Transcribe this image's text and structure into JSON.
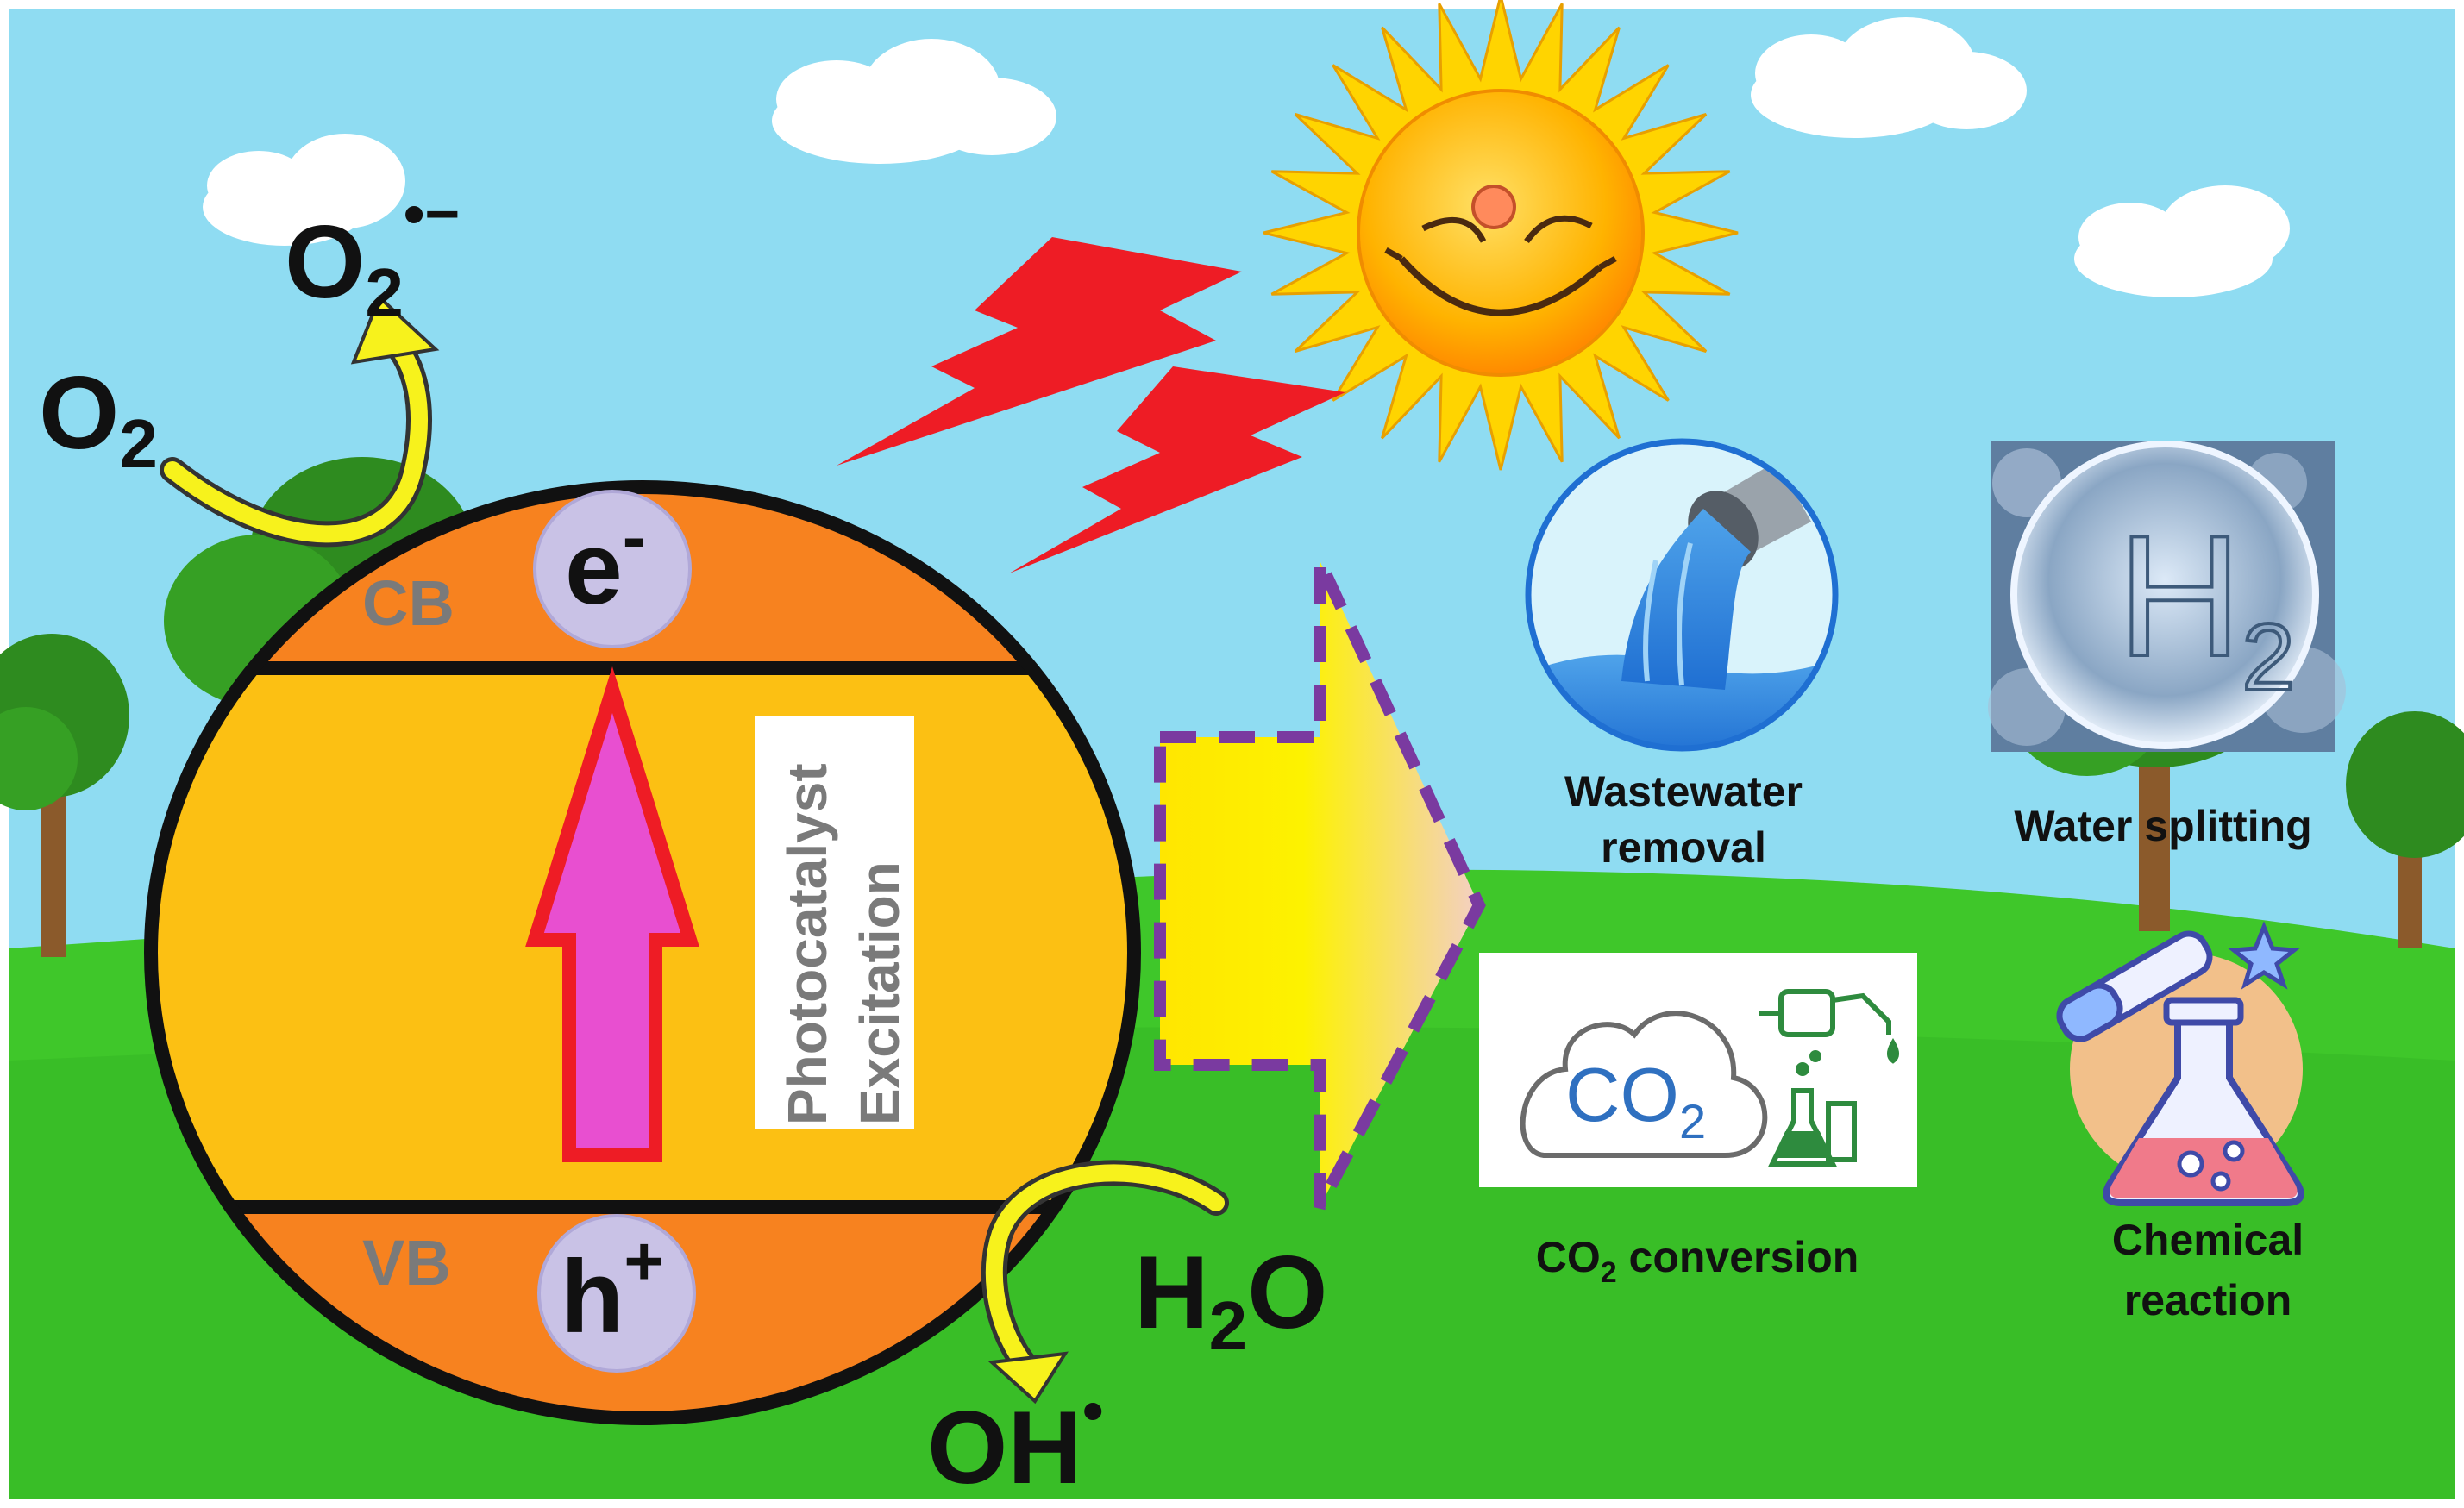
{
  "left": {
    "o2": "O",
    "o2_sub": "2",
    "o2_radical": "O",
    "o2_radical_sub": "2",
    "o2_radical_sup": "•−",
    "cb": "CB",
    "vb": "VB",
    "electron": "e",
    "electron_sup": "-",
    "hole": "h",
    "hole_sup": "+",
    "excitation_line1": "Photocatalyst",
    "excitation_line2": "Excitation",
    "h2o_h": "H",
    "h2o_sub": "2",
    "h2o_o": "O",
    "oh": "OH",
    "oh_sup": "•"
  },
  "applications": {
    "wastewater_line1": "Wastewater",
    "wastewater_line2": "removal",
    "water_splitting": "Water splitting",
    "h2_symbol": "H",
    "h2_sub": "2",
    "co2_icon": "CO",
    "co2_icon_sub": "2",
    "co2_label": "CO",
    "co2_label_sub": "2",
    "co2_label_rest": " conversion",
    "chemical_line1": "Chemical",
    "chemical_line2": "reaction"
  },
  "icons": [
    "sun-icon",
    "lightning-icon",
    "wastewater-icon",
    "h2-bubble-icon",
    "co2-cloud-icon",
    "fuel-pump-icon",
    "flask-icon",
    "test-tube-icon"
  ],
  "colors": {
    "sky": "#8fdcf2",
    "grass": "#3fc72a",
    "band": "#f7821f",
    "core": "#fcc013",
    "arrow_fill": "#e84fd0",
    "arrow_stroke": "#ee1c25",
    "lightning": "#ee1c25",
    "sun": "#ffb400",
    "dash": "#7a3aa0"
  }
}
